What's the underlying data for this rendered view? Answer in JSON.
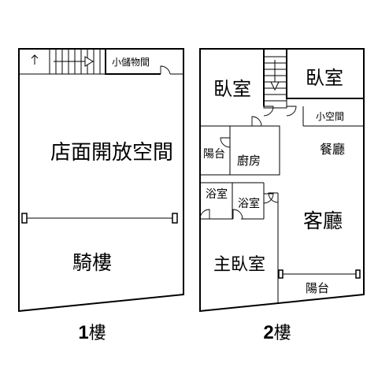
{
  "floor1": {
    "rooms": {
      "small_storage": "小儲物間",
      "shop_open_space": "店面開放空間",
      "arcade": "騎樓"
    },
    "caption": {
      "number": "1",
      "suffix": "樓"
    }
  },
  "floor2": {
    "rooms": {
      "bedroom_left": "臥室",
      "bedroom_right": "臥室",
      "small_space": "小空間",
      "balcony_small": "陽台",
      "kitchen": "廚房",
      "dining_room": "餐廳",
      "bathroom_1": "浴室",
      "bathroom_2": "浴室",
      "living_room": "客廳",
      "master_bedroom": "主臥室",
      "balcony_front": "陽台"
    },
    "caption": {
      "number": "2",
      "suffix": "樓"
    }
  }
}
